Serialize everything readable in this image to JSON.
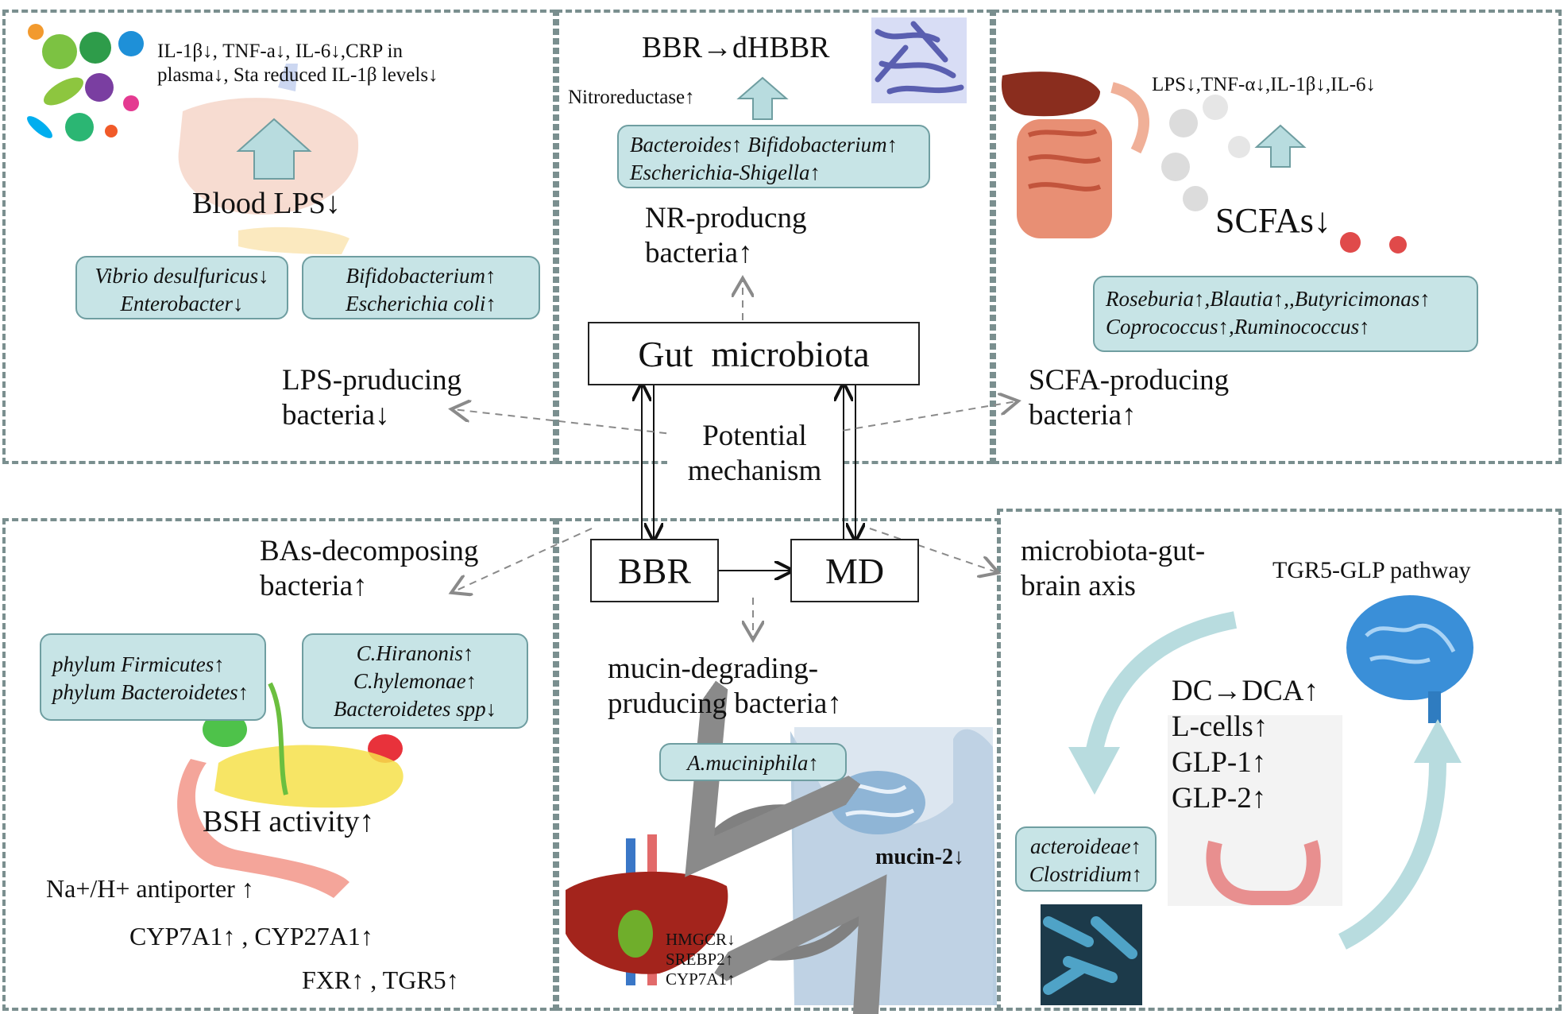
{
  "center": {
    "gut_microbiota": "Gut  microbiota",
    "potential_mechanism": "Potential\nmechanism",
    "bbr": "BBR",
    "md": "MD"
  },
  "lps_panel": {
    "cytokines": "IL-1β↓, TNF-a↓, IL-6↓,CRP in\nplasma↓, Sta reduced IL-1β levels↓",
    "blood_lps": "Blood LPS↓",
    "bacteria_left": "Vibrio desulfuricus↓\nEnterobacter↓",
    "bacteria_right": "Bifidobacterium↑\nEscherichia coli↑",
    "heading": "LPS-pruducing\nbacteria↓"
  },
  "nr_panel": {
    "conversion": "BBR→dHBBR",
    "enzyme": "Nitroreductase↑",
    "bacteria": "Bacteroides↑ Bifidobacterium↑\nEscherichia-Shigella↑",
    "heading": "NR-producng\nbacteria↑"
  },
  "scfa_panel": {
    "cytokines": "LPS↓,TNF-α↓,IL-1β↓,IL-6↓",
    "scfas": "SCFAs↓",
    "bacteria": "Roseburia↑,Blautia↑,,Butyricimonas↑\nCoprococcus↑,Ruminococcus↑",
    "heading": "SCFA-producing\nbacteria↑"
  },
  "ba_panel": {
    "heading": "BAs-decomposing\nbacteria↑",
    "bacteria_left": "phylum Firmicutes↑\nphylum Bacteroidetes↑",
    "bacteria_right": "C.Hiranonis↑\nC.hylemonae↑\nBacteroidetes spp↓",
    "bsh": "BSH activity↑",
    "antiporter": "Na+/H+ antiporter ↑",
    "cyp": "CYP7A1↑ , CYP27A1↑",
    "fxr": "FXR↑ , TGR5↑"
  },
  "mucin_panel": {
    "heading": "mucin-degrading-\npruducing bacteria↑",
    "bacteria": "A.muciniphila↑",
    "mucin": "mucin-2↓",
    "genes": "HMGCR↓\nSREBP2↑\nCYP7A1↑"
  },
  "brain_panel": {
    "heading": "microbiota-gut-\nbrain axis",
    "pathway": "TGR5-GLP pathway",
    "markers": "DC→DCA↑\nL-cells↑\nGLP-1↑\nGLP-2↑",
    "bacteria": "acteroideae↑\nClostridium↑"
  },
  "colors": {
    "panel_border": "#7a8f8f",
    "teal_box": "#c7e4e6",
    "teal_arrow": "#b8dcdf",
    "connector": "#8a8a8a"
  }
}
